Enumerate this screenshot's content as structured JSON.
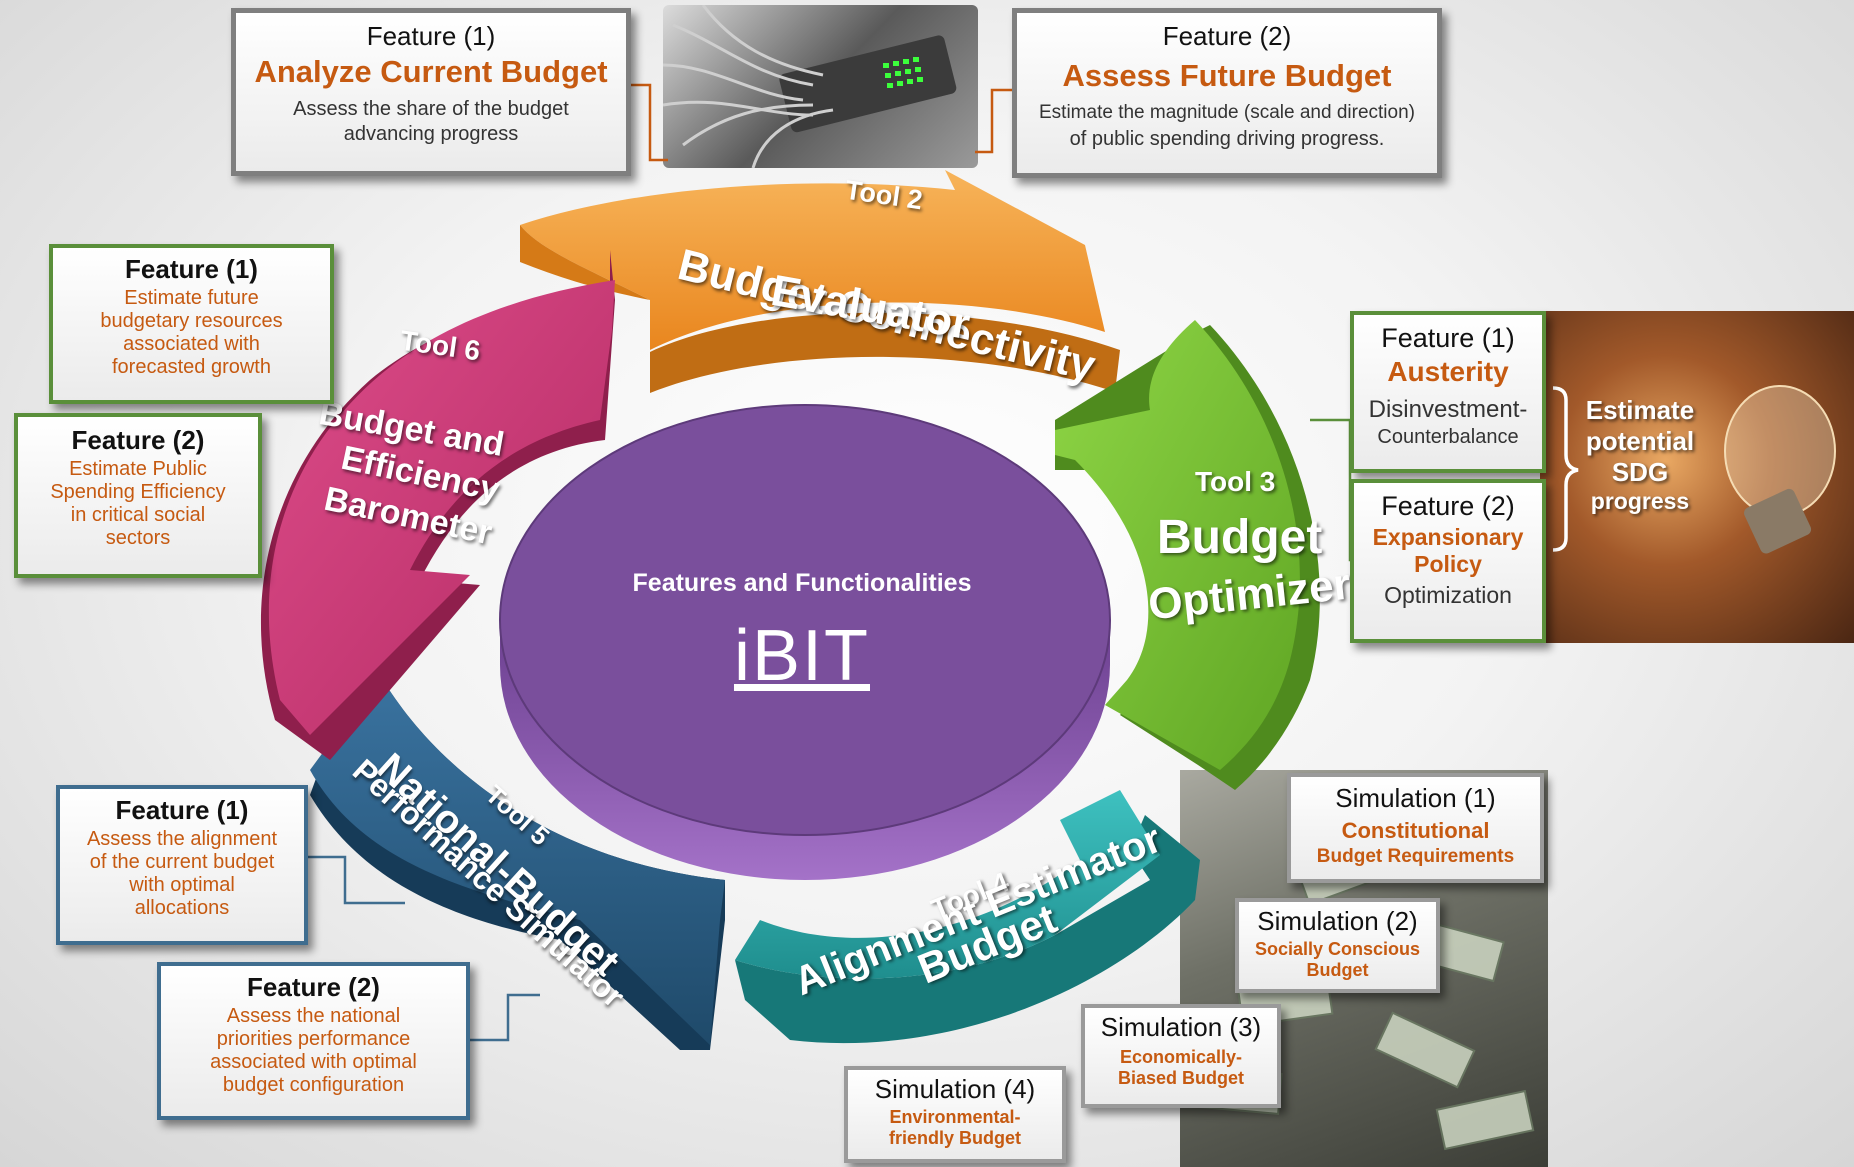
{
  "center": {
    "subtitle": "Features and Functionalities",
    "title": "iBIT"
  },
  "tools": {
    "t2": {
      "num": "Tool 2",
      "line1": "Budget Connectivity",
      "line2": "Evaluator"
    },
    "t3": {
      "num": "Tool 3",
      "line1": "Budget",
      "line2": "Optimizer"
    },
    "t4": {
      "num": "Tool 4",
      "line1": "Budget",
      "line2": "Alignment Estimator"
    },
    "t5": {
      "num": "Tool 5",
      "line1": "National-Budget",
      "line2": "Performance Simulator"
    },
    "t6": {
      "num": "Tool 6",
      "line1": "Budget and",
      "line2": "Efficiency",
      "line3": "Barometer"
    }
  },
  "boxes": {
    "t2f1": {
      "head": "Feature (1)",
      "sub": "Analyze Current Budget",
      "body1": "Assess the share of the budget",
      "body2": "advancing progress"
    },
    "t2f2": {
      "head": "Feature (2)",
      "sub": "Assess Future Budget",
      "body1": "Estimate the magnitude (scale and direction)",
      "body2": "of public spending driving progress."
    },
    "t6f1": {
      "head": "Feature (1)",
      "l1": "Estimate future",
      "l2": "budgetary resources",
      "l3": "associated with",
      "l4": "forecasted growth"
    },
    "t6f2": {
      "head": "Feature (2)",
      "l1": "Estimate Public",
      "l2": "Spending Efficiency",
      "l3": "in critical social",
      "l4": "sectors"
    },
    "t3f1": {
      "head": "Feature (1)",
      "sub": "Austerity",
      "l1": "Disinvestment-",
      "l2": "Counterbalance"
    },
    "t3f2": {
      "head": "Feature (2)",
      "sub1": "Expansionary",
      "sub2": "Policy",
      "l1": "Optimization"
    },
    "t3note": {
      "l1": "Estimate",
      "l2": "potential",
      "l3": "SDG",
      "l4": "progress"
    },
    "t5f1": {
      "head": "Feature (1)",
      "l1": "Assess the alignment",
      "l2": "of the current budget",
      "l3": "with optimal",
      "l4": "allocations"
    },
    "t5f2": {
      "head": "Feature (2)",
      "l1": "Assess the national",
      "l2": "priorities performance",
      "l3": "associated with optimal",
      "l4": "budget configuration"
    },
    "s1": {
      "head": "Simulation (1)",
      "l1": "Constitutional",
      "l2": "Budget Requirements"
    },
    "s2": {
      "head": "Simulation (2)",
      "l1": "Socially Conscious",
      "l2": "Budget"
    },
    "s3": {
      "head": "Simulation (3)",
      "l1": "Economically-",
      "l2": "Biased Budget"
    },
    "s4": {
      "head": "Simulation (4)",
      "l1": "Environmental-",
      "l2": "friendly Budget"
    }
  },
  "colors": {
    "tool2": "#f39a2b",
    "tool3": "#78c232",
    "tool4": "#2aa5a4",
    "tool5": "#295a7d",
    "tool6": "#c63a73",
    "center": "#7a4f9c",
    "accent": "#c65a11"
  }
}
